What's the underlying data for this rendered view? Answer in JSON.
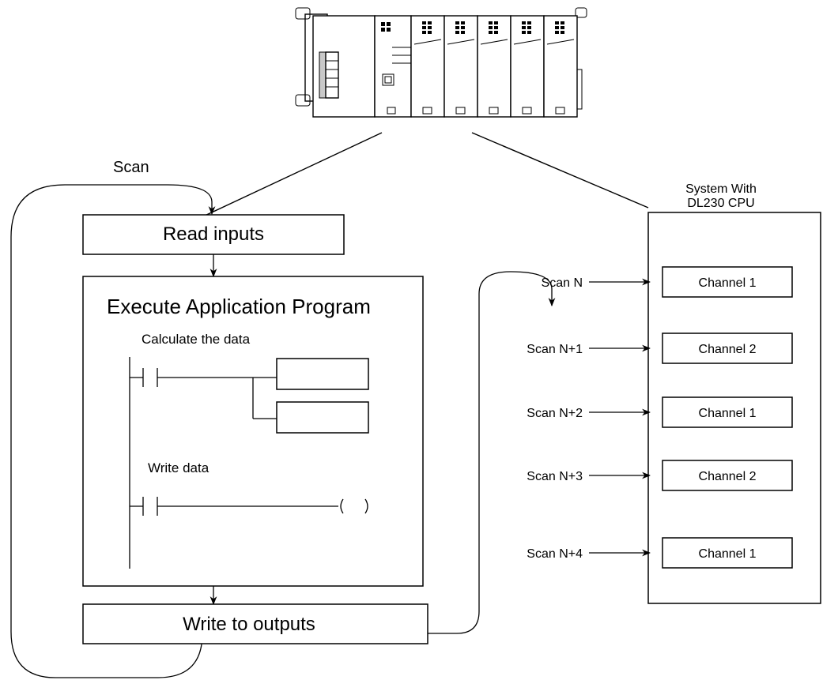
{
  "hardware": {
    "icon": "plc-rack-icon",
    "system_label_line1": "System With",
    "system_label_line2": "DL230 CPU"
  },
  "scan_loop": {
    "label": "Scan",
    "read_inputs": "Read inputs",
    "execute_program": "Execute Application Program",
    "calculate_label": "Calculate the data",
    "write_data_label": "Write data",
    "write_outputs": "Write to outputs"
  },
  "scan_sequence": [
    {
      "scan": "Scan N",
      "channel": "Channel 1"
    },
    {
      "scan": "Scan N+1",
      "channel": "Channel 2"
    },
    {
      "scan": "Scan N+2",
      "channel": "Channel 1"
    },
    {
      "scan": "Scan N+3",
      "channel": "Channel 2"
    },
    {
      "scan": "Scan N+4",
      "channel": "Channel 1"
    }
  ]
}
